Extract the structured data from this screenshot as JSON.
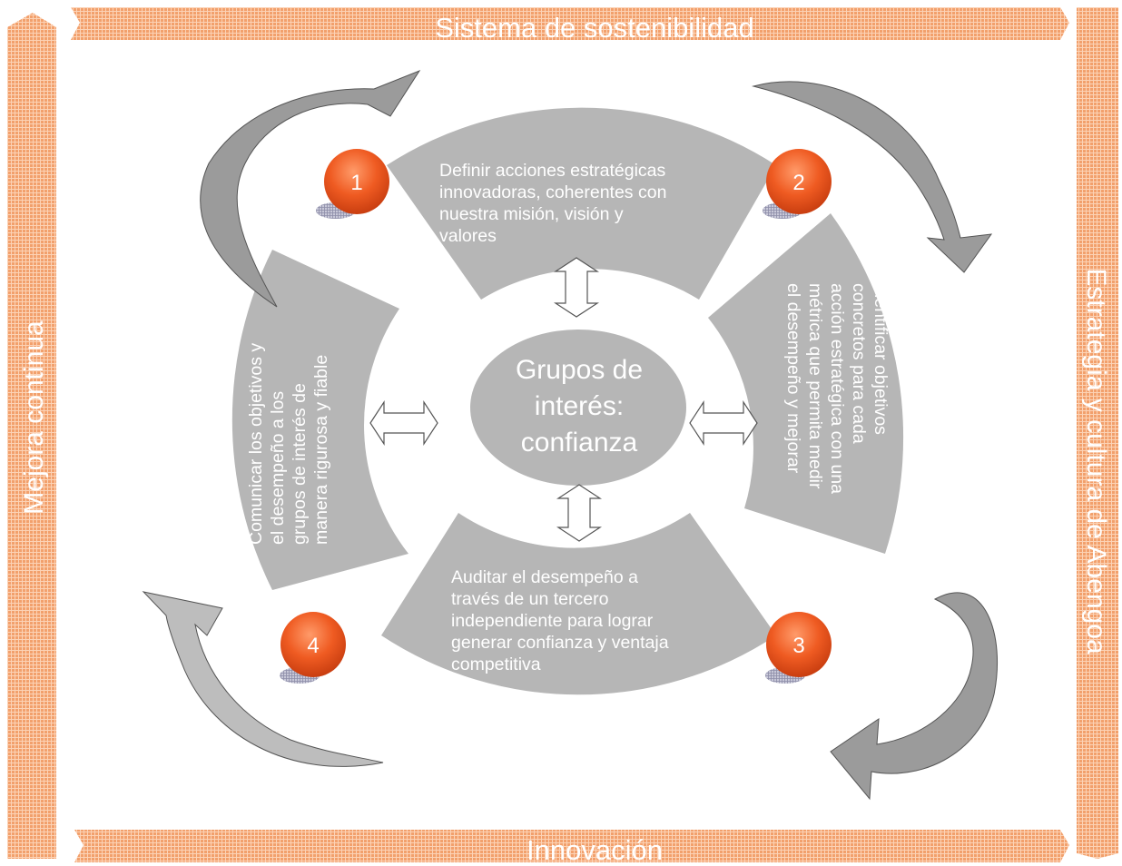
{
  "frame": {
    "top": "Sistema de sostenibilidad",
    "bottom": "Innovación",
    "left": "Mejora continua",
    "right": "Estrategia y cultura de Abengoa"
  },
  "center": {
    "line1": "Grupos de",
    "line2": "interés:",
    "line3": "confianza"
  },
  "sectors": {
    "top": [
      "Definir acciones estratégicas",
      "innovadoras, coherentes con",
      "nuestra misión, visión y",
      "valores"
    ],
    "right": [
      "Identificar objetivos",
      "concretos para cada",
      "acción estratégica con una",
      "métrica que permita medir",
      "el desempeño y mejorar"
    ],
    "bottom": [
      "Auditar el desempeño a",
      "través de un tercero",
      "independiente para lograr",
      "generar confianza y ventaja",
      "competitiva"
    ],
    "left": [
      "Comunicar los objetivos y",
      "el desempeño a los",
      "grupos de interés de",
      "manera rigurosa y fiable"
    ]
  },
  "steps": [
    "1",
    "2",
    "3",
    "4"
  ],
  "colors": {
    "band": "#f08a45",
    "sector": "#b6b6b6",
    "badge": "#ee5a22",
    "curved_arrow_dark": "#9b9b9b",
    "curved_arrow_light": "#bdbdbd"
  }
}
